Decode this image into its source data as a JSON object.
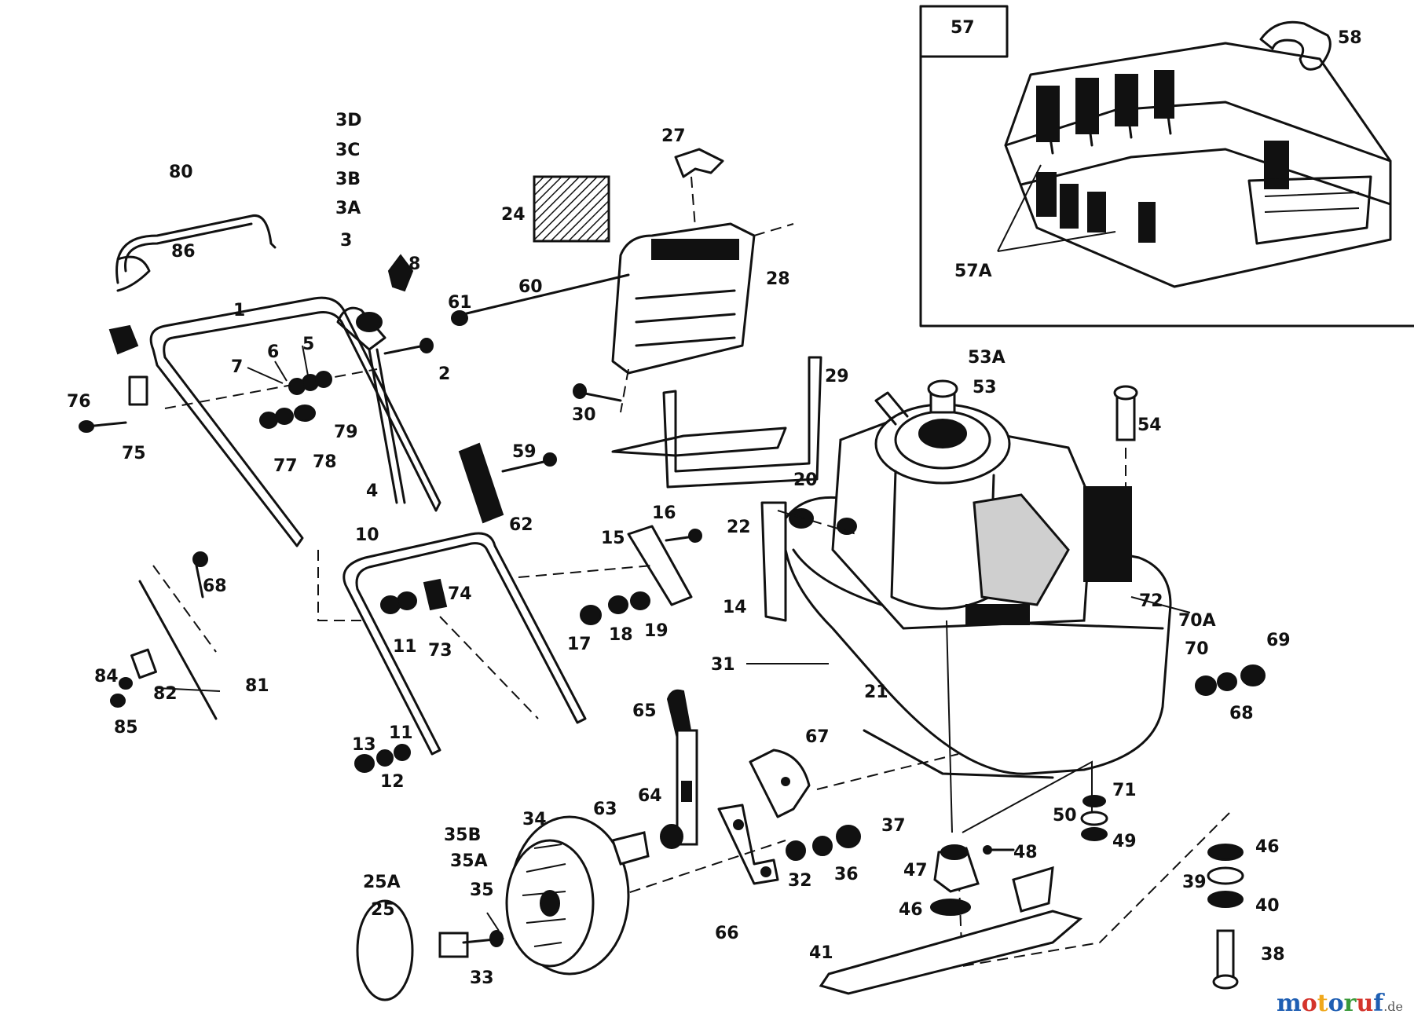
{
  "inset": {
    "box_label": "57",
    "labels": [
      "58",
      "57A"
    ]
  },
  "labels": {
    "l3D": "3D",
    "l3C": "3C",
    "l3B": "3B",
    "l3A": "3A",
    "l3": "3",
    "l80": "80",
    "l86": "86",
    "l1": "1",
    "l8": "8",
    "l6": "6",
    "l5": "5",
    "l7": "7",
    "l2": "2",
    "l76": "76",
    "l75": "75",
    "l77": "77",
    "l78": "78",
    "l79": "79",
    "l27": "27",
    "l24": "24",
    "l28": "28",
    "l61": "61",
    "l60": "60",
    "l29": "29",
    "l30": "30",
    "l59": "59",
    "l4": "4",
    "l62": "62",
    "l10": "10",
    "l74": "74",
    "l11a": "11",
    "l73": "73",
    "l11b": "11",
    "l13": "13",
    "l12": "12",
    "l68": "68",
    "l84": "84",
    "l82": "82",
    "l81": "81",
    "l85": "85",
    "l16": "16",
    "l15": "15",
    "l17": "17",
    "l18": "18",
    "l19": "19",
    "l20": "20",
    "l22": "22",
    "l14": "14",
    "l31": "31",
    "l21": "21",
    "l53A": "53A",
    "l53": "53",
    "l54": "54",
    "l72": "72",
    "l70A": "70A",
    "l70": "70",
    "l69": "69",
    "l68b": "68",
    "l65": "65",
    "l67": "67",
    "l63": "63",
    "l64": "64",
    "l34": "34",
    "l35B": "35B",
    "l35A": "35A",
    "l35": "35",
    "l33": "33",
    "l25A": "25A",
    "l25": "25",
    "l66": "66",
    "l32": "32",
    "l36": "36",
    "l37": "37",
    "l71": "71",
    "l50": "50",
    "l49": "49",
    "l47": "47",
    "l48": "48",
    "l46a": "46",
    "l41": "41",
    "l46b": "46",
    "l39": "39",
    "l40": "40",
    "l38": "38"
  },
  "watermark": {
    "text": "motoruf",
    "suffix": ".de",
    "letter_colors": [
      "#1f5fb3",
      "#d4342c",
      "#f0a81c",
      "#1f5fb3",
      "#3a9a3a",
      "#d4342c",
      "#1f5fb3"
    ]
  }
}
